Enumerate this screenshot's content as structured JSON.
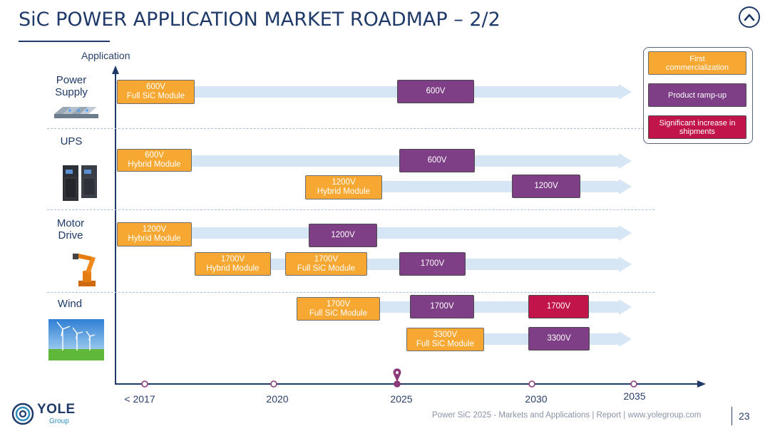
{
  "title": "SiC POWER APPLICATION MARKET ROADMAP – 2/2",
  "y_axis_title": "Application",
  "categories": [
    {
      "name": "Power Supply",
      "icon": "power-supply-modules-image"
    },
    {
      "name": "UPS",
      "icon": "ups-cabinets-image"
    },
    {
      "name": "Motor Drive",
      "icon": "industrial-robot-arm-image"
    },
    {
      "name": "Wind",
      "icon": "wind-turbines-image"
    }
  ],
  "milestones": [
    {
      "label": "600V\nFull SiC Module",
      "stage": "first-commercialization"
    },
    {
      "label": "600V",
      "stage": "product-ramp-up"
    },
    {
      "label": "600V\nHybrid Module",
      "stage": "first-commercialization"
    },
    {
      "label": "600V",
      "stage": "product-ramp-up"
    },
    {
      "label": "1200V\nHybrid Module",
      "stage": "first-commercialization"
    },
    {
      "label": "1200V",
      "stage": "product-ramp-up"
    },
    {
      "label": "1200V\nHybrid Module",
      "stage": "first-commercialization"
    },
    {
      "label": "1200V",
      "stage": "product-ramp-up"
    },
    {
      "label": "1700V\nHybrid Module",
      "stage": "first-commercialization"
    },
    {
      "label": "1700V\nFull SiC Module",
      "stage": "first-commercialization"
    },
    {
      "label": "1700V",
      "stage": "product-ramp-up"
    },
    {
      "label": "1700V\nFull SiC Module",
      "stage": "first-commercialization"
    },
    {
      "label": "1700V",
      "stage": "product-ramp-up"
    },
    {
      "label": "1700V",
      "stage": "significant-increase"
    },
    {
      "label": "3300V\nFull SiC Module",
      "stage": "first-commercialization"
    },
    {
      "label": "3300V",
      "stage": "product-ramp-up"
    }
  ],
  "legend": [
    {
      "label": "First commercialization",
      "color": "#f7a832"
    },
    {
      "label": "Product ramp-up",
      "color": "#7e3f86"
    },
    {
      "label": "Significant increase in shipments",
      "color": "#c0144a"
    }
  ],
  "x_ticks": [
    "< 2017",
    "2020",
    "2025",
    "2030",
    "2035"
  ],
  "footer": "Power SiC 2025 - Markets and Applications | Report | www.yolegroup.com",
  "page_number": "23",
  "logo": {
    "name": "YOLE",
    "sub": "Group"
  },
  "colors": {
    "navy": "#1f3a68",
    "orange": "#f7a832",
    "purple": "#7e3f86",
    "red": "#c0144a",
    "arrow": "#d6e6f5"
  }
}
